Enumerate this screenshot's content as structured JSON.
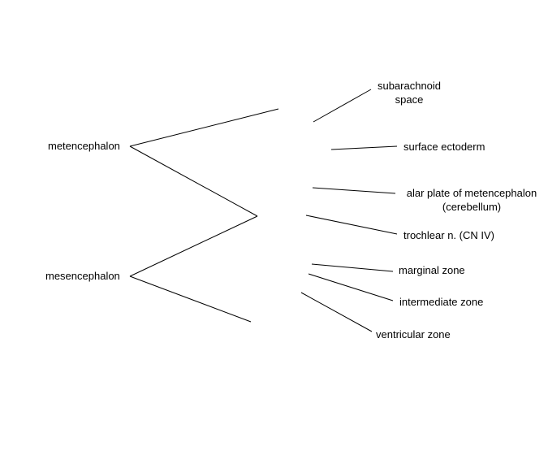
{
  "diagram": {
    "left_labels": {
      "metencephalon": "metencephalon",
      "mesencephalon": "mesencephalon"
    },
    "right_labels": {
      "subarachnoid_line1": "subarachnoid",
      "subarachnoid_line2": "space",
      "surface_ectoderm": "surface ectoderm",
      "alar_plate_line1": "alar plate of metencephalon",
      "alar_plate_line2": "(cerebellum)",
      "trochlear_nerve": "trochlear n. (CN IV)",
      "marginal_zone": "marginal zone",
      "intermediate_zone": "intermediate zone",
      "ventricular_zone": "ventricular zone"
    },
    "line_color": "#000000"
  }
}
